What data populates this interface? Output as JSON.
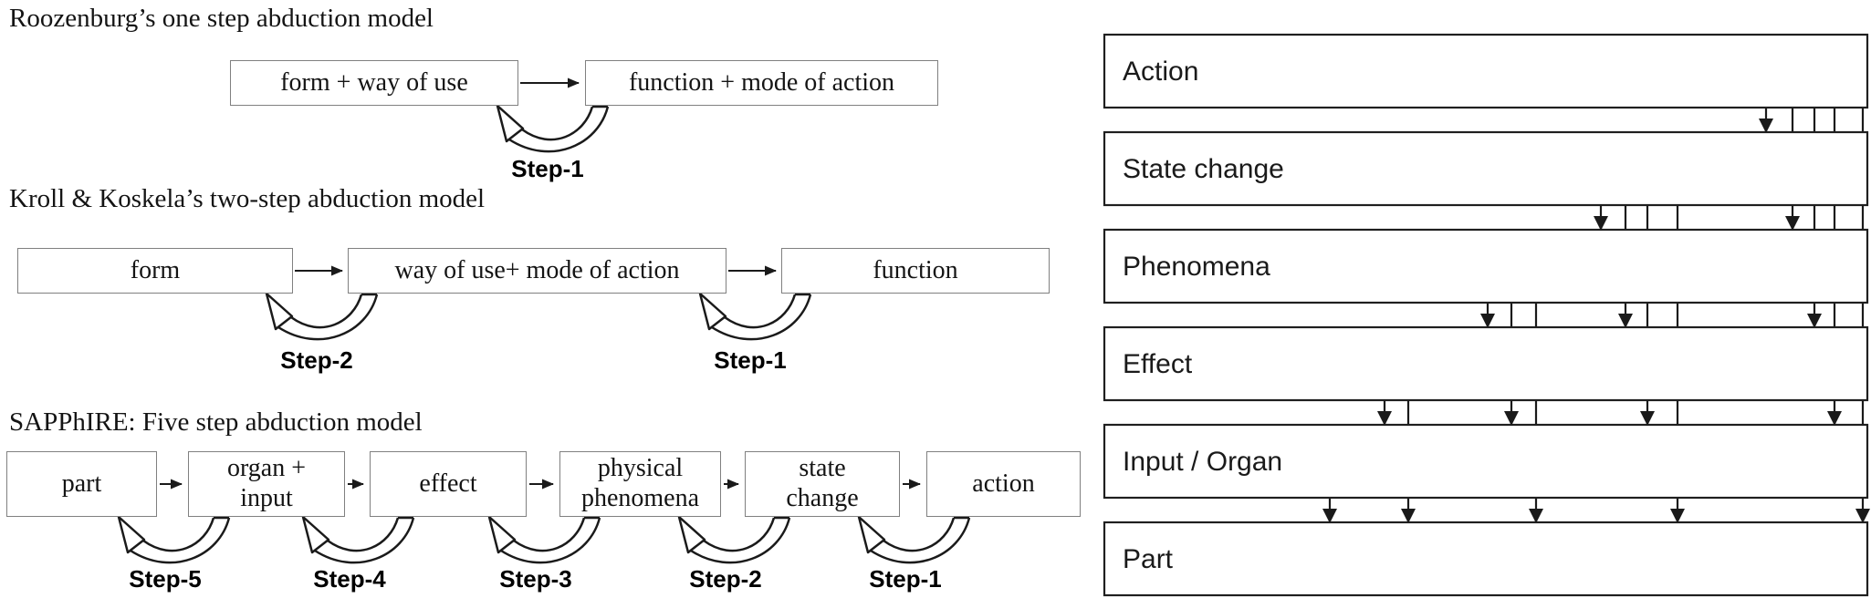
{
  "figure": {
    "left": {
      "diagrams": [
        {
          "title": "Roozenburg’s one step abduction model",
          "boxes": [
            "form + way of use",
            "function + mode of action"
          ],
          "steps": [
            "Step-1"
          ]
        },
        {
          "title": "Kroll & Koskela’s two-step abduction model",
          "boxes": [
            "form",
            "way of use+ mode of action",
            "function"
          ],
          "steps": [
            "Step-2",
            "Step-1"
          ]
        },
        {
          "title": "SAPPhIRE: Five step abduction model",
          "boxes": [
            "part",
            "organ + input",
            "effect",
            "physical phenomena",
            "state change",
            "action"
          ],
          "steps": [
            "Step-5",
            "Step-4",
            "Step-3",
            "Step-2",
            "Step-1"
          ]
        }
      ]
    },
    "right": {
      "levels": [
        "Action",
        "State change",
        "Phenomena",
        "Effect",
        "Input / Organ",
        "Part"
      ],
      "connections": [
        {
          "from": "Action",
          "to": "State change"
        },
        {
          "from": "Action",
          "to": "Phenomena"
        },
        {
          "from": "Action",
          "to": "Effect"
        },
        {
          "from": "Action",
          "to": "Input / Organ"
        },
        {
          "from": "Action",
          "to": "Part"
        },
        {
          "from": "State change",
          "to": "Phenomena"
        },
        {
          "from": "State change",
          "to": "Effect"
        },
        {
          "from": "State change",
          "to": "Input / Organ"
        },
        {
          "from": "State change",
          "to": "Part"
        },
        {
          "from": "Phenomena",
          "to": "Effect"
        },
        {
          "from": "Phenomena",
          "to": "Input / Organ"
        },
        {
          "from": "Phenomena",
          "to": "Part"
        },
        {
          "from": "Effect",
          "to": "Input / Organ"
        },
        {
          "from": "Effect",
          "to": "Part"
        },
        {
          "from": "Input / Organ",
          "to": "Part"
        }
      ]
    },
    "colors": {
      "line": "#1a1a1a",
      "box_border": "#808080",
      "background": "#ffffff",
      "text": "#141414"
    }
  }
}
